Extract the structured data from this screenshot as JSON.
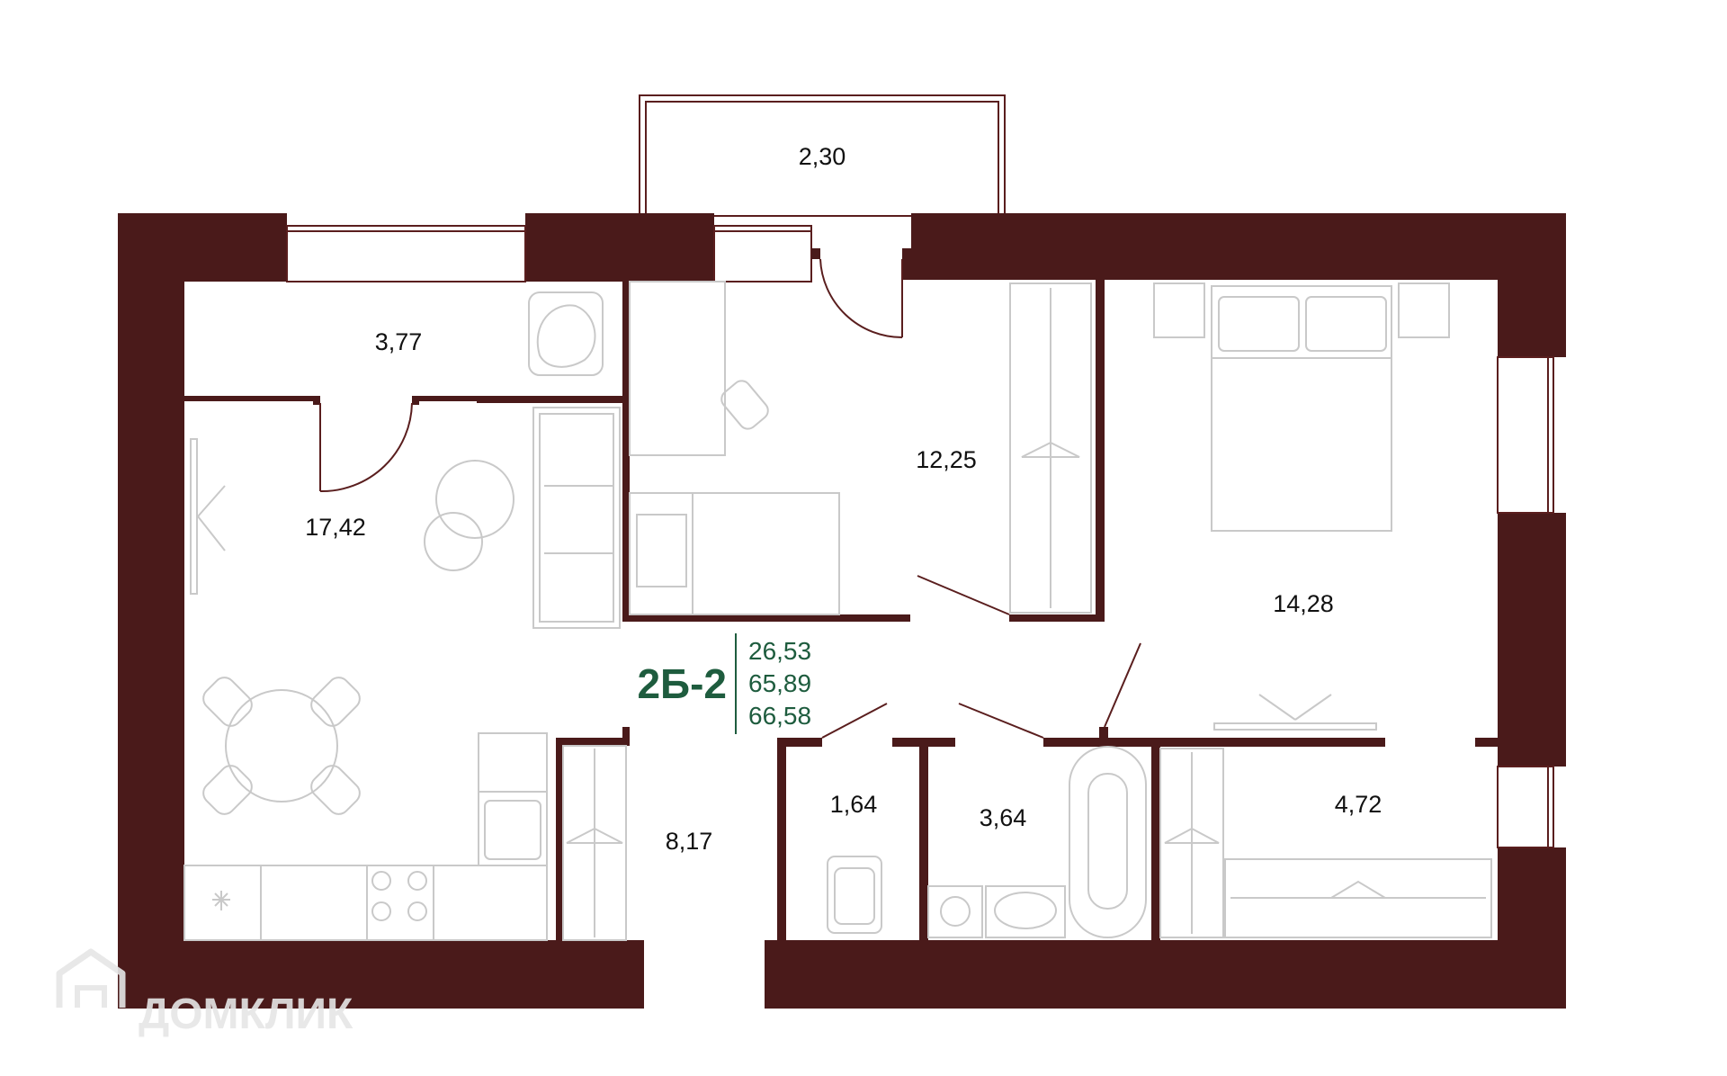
{
  "colors": {
    "wall": "#4a1a1a",
    "accent": "#1e5c3e",
    "furniture": "#c9c9c9",
    "watermark": "#e6e6e6"
  },
  "unit": {
    "code": "2Б-2",
    "areas": [
      "26,53",
      "65,89",
      "66,58"
    ]
  },
  "rooms": {
    "balcony": "2,30",
    "pantry": "3,77",
    "living_kitchen": "17,42",
    "bedroom_small": "12,25",
    "bedroom_master": "14,28",
    "hallway": "8,17",
    "toilet": "1,64",
    "bathroom": "3,64",
    "wardrobe": "4,72"
  },
  "watermark": {
    "text": "ДОМКЛИК",
    "icon": "house-logo-icon"
  }
}
